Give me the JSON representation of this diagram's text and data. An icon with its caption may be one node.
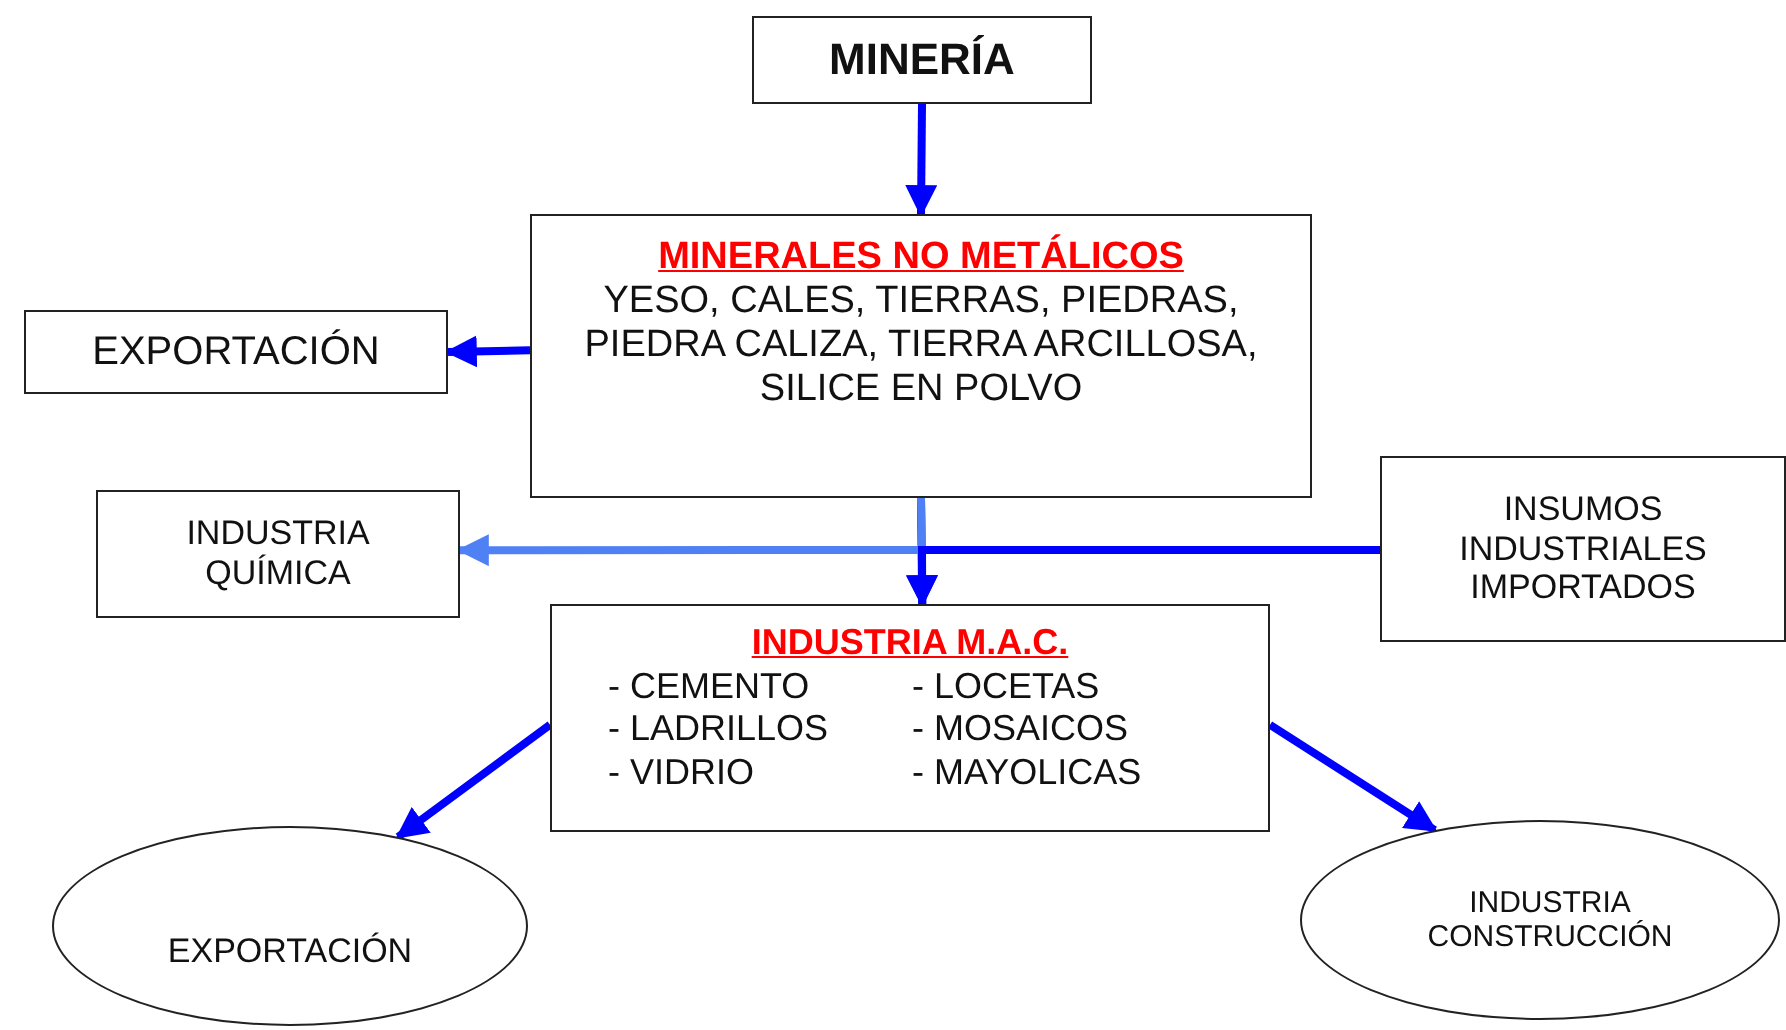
{
  "diagram": {
    "nodes": [
      {
        "text": [
          "MINERÍA"
        ]
      },
      {
        "text": [
          "MINERALES NO METÁLICOS",
          "YESO, CALES, TIERRAS, PIEDRAS, PIEDRA CALIZA, TIERRA ARCILLOSA, SILICE EN POLVO"
        ]
      },
      {
        "text": [
          "EXPORTACIÓN"
        ]
      },
      {
        "text": [
          "INDUSTRIA QUÍMICA"
        ]
      },
      {
        "text": [
          "INSUMOS INDUSTRIALES IMPORTADOS"
        ]
      },
      {
        "text": [
          "INDUSTRIA M.A.C.",
          "- CEMENTO",
          "- LOCETAS",
          "- LADRILLOS",
          "- MOSAICOS",
          "- VIDRIO",
          "- MAYOLICAS"
        ]
      },
      {
        "text": [
          "EXPORTACIÓN"
        ]
      },
      {
        "text": [
          "INDUSTRIA CONSTRUCCIÓN"
        ]
      }
    ],
    "edges": [
      {
        "from": 0,
        "to": 1,
        "arrow": "to"
      },
      {
        "from": 1,
        "to": 2,
        "arrow": "to"
      },
      {
        "from": 1,
        "to": 5,
        "arrow": "to"
      },
      {
        "from": 1,
        "to": 3,
        "arrow": "to",
        "color": "#4f81f5"
      },
      {
        "from": 4,
        "to": 5,
        "arrow": "to"
      },
      {
        "from": 5,
        "to": 6,
        "arrow": "to"
      },
      {
        "from": 5,
        "to": 7,
        "arrow": "to"
      }
    ]
  }
}
